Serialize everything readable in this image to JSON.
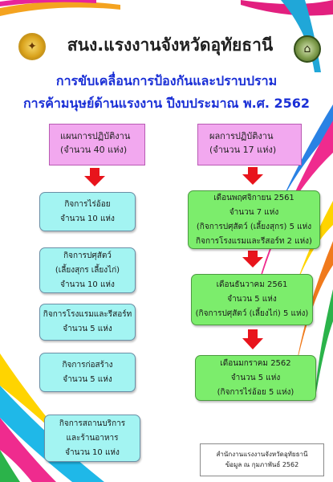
{
  "header": {
    "title": "สนง.แรงงานจังหวัดอุทัยธานี",
    "subtitle_line1": "การขับเคลื่อนการป้องกันและปราบปราม",
    "subtitle_line2": "การค้ามนุษย์ด้านแรงงาน ปีงบประมาณ พ.ศ. 2562"
  },
  "left_column": {
    "heading": {
      "line1": "แผนการปฏิบัติงาน",
      "line2": "(จำนวน 40 แห่ง)"
    },
    "boxes": [
      {
        "lines": [
          "กิจการไร่อ้อย",
          "จำนวน  10 แห่ง"
        ]
      },
      {
        "lines": [
          "กิจการปศุสัตว์",
          "(เลี้ยงสุกร เลี้ยงไก่)",
          "จำนวน 10 แห่ง"
        ]
      },
      {
        "lines": [
          "กิจการโรงแรมและรีสอร์ท",
          "จำนวน 5 แห่ง"
        ]
      },
      {
        "lines": [
          "กิจการก่อสร้าง",
          "จำนวน  5 แห่ง"
        ]
      },
      {
        "lines": [
          "กิจการสถานบริการ",
          "และร้านอาหาร",
          "จำนวน 10 แห่ง"
        ]
      }
    ]
  },
  "right_column": {
    "heading": {
      "line1": "ผลการปฏิบัติงาน",
      "line2": "(จำนวน 17 แห่ง)"
    },
    "boxes": [
      {
        "lines": [
          "เดือนพฤศจิกายน  2561",
          "จำนวน  7 แห่ง",
          "(กิจการปศุสัตว์ (เลี้ยงสุกร) 5 แห่ง",
          "กิจการโรงแรมและรีสอร์ท 2 แห่ง)"
        ]
      },
      {
        "lines": [
          "เดือนธันวาคม  2561",
          "จำนวน 5 แห่ง",
          "(กิจการปศุสัตว์ (เลี้ยงไก่) 5 แห่ง)"
        ]
      },
      {
        "lines": [
          "เดือนมกราคม 2562",
          "จำนวน  5 แห่ง",
          "(กิจการไร่อ้อย 5 แห่ง)"
        ]
      }
    ]
  },
  "credit": {
    "line1": "สำนักงานแรงงานจังหวัดอุทัยธานี",
    "line2": "ข้อมูล ณ กุมภาพันธ์ 2562"
  },
  "colors": {
    "title_blue": "#1a2fd6",
    "heading_pink": "#f2a8ef",
    "left_box_cyan": "#a3f4f2",
    "right_box_green": "#7ced6c",
    "arrow_red": "#e8141c"
  },
  "icons": {
    "left_logo": "ministry-of-labour-emblem-icon",
    "right_logo": "uthai-thani-province-seal-icon"
  }
}
